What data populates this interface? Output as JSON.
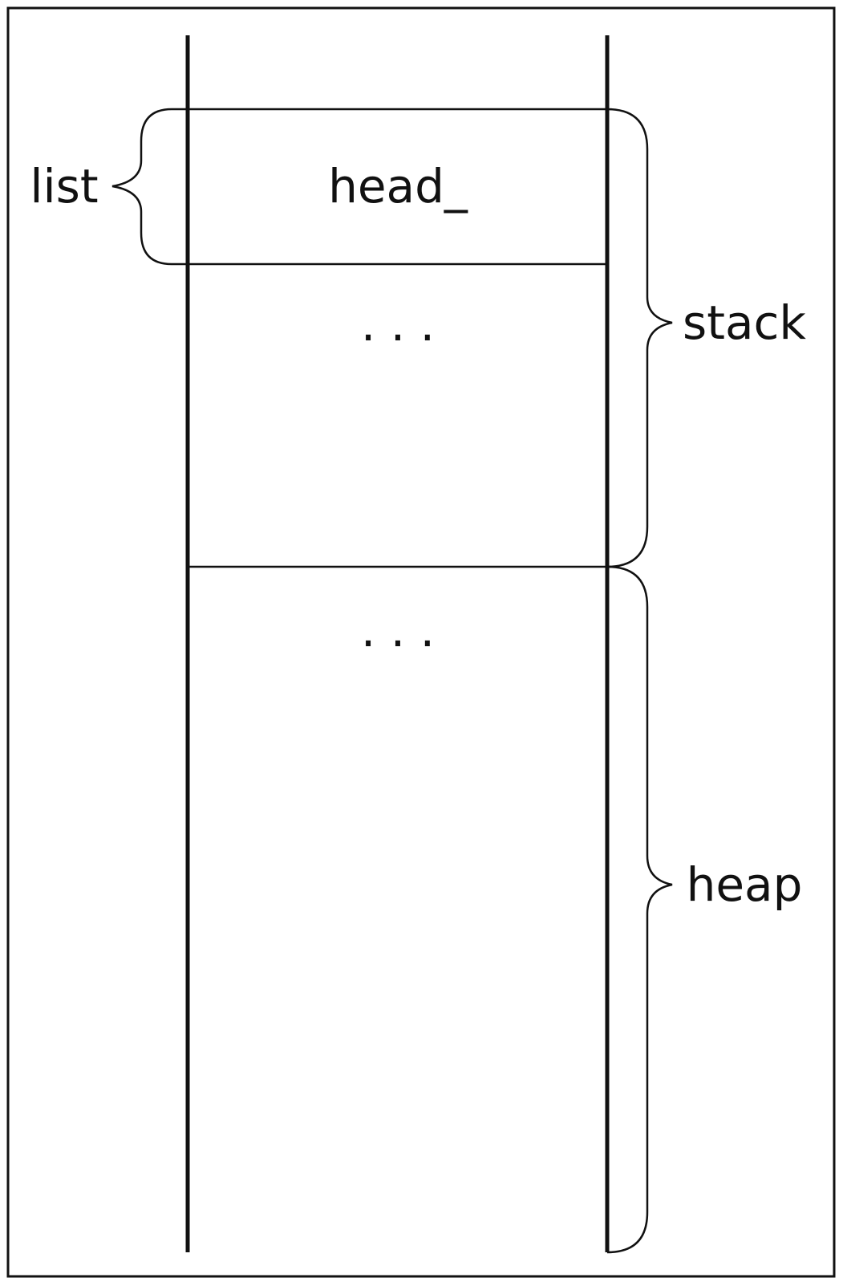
{
  "diagram": {
    "labels": {
      "list": "list",
      "head": "head_",
      "stack_ellipsis": ". . .",
      "heap_ellipsis": ". . .",
      "stack": "stack",
      "heap": "heap"
    }
  }
}
